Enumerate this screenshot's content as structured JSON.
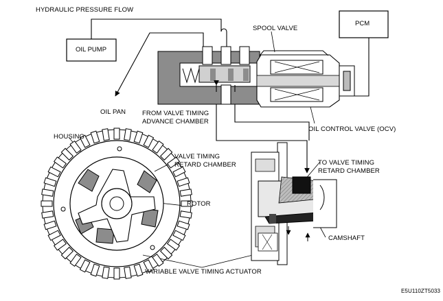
{
  "labels": {
    "hydraulic_pressure_flow": "HYDRAULIC PRESSURE FLOW",
    "oil_pump": "OIL PUMP",
    "pcm": "PCM",
    "spool_valve": "SPOOL VALVE",
    "oil_pan": "OIL PAN",
    "from_advance_line1": "FROM VALVE TIMING",
    "from_advance_line2": "ADVANCE CHAMBER",
    "ocv": "OIL CONTROL VALVE (OCV)",
    "housing": "HOUSING",
    "retard_line1": "VALVE TIMING",
    "retard_line2": "RETARD CHAMBER",
    "to_retard_line1": "TO VALVE TIMING",
    "to_retard_line2": "RETARD CHAMBER",
    "rotor": "ROTOR",
    "camshaft": "CAMSHAFT",
    "actuator": "VARIABLE VALVE TIMING ACTUATOR",
    "figure_code": "E5U110ZT5033"
  },
  "colors": {
    "line": "#000000",
    "body_gray": "#8c8c8c",
    "dark_gray": "#5a5a5a",
    "light_gray": "#c8c8c8",
    "background": "#ffffff"
  }
}
